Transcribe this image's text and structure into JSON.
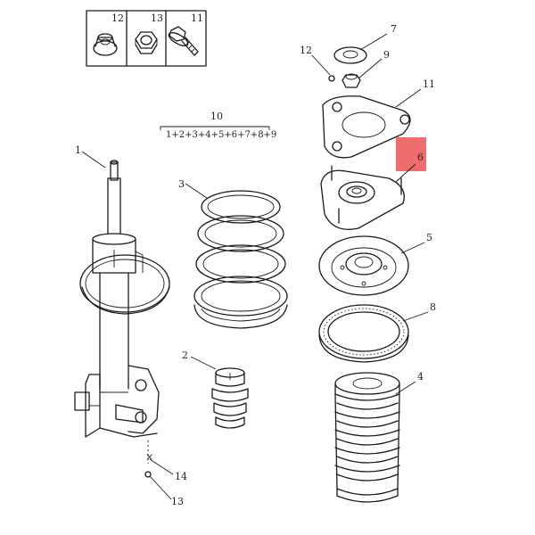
{
  "legend_box": {
    "items": [
      {
        "label": "12",
        "icon": "flange-nut-icon"
      },
      {
        "label": "13",
        "icon": "hex-nut-icon"
      },
      {
        "label": "11",
        "icon": "flange-bolt-icon"
      }
    ]
  },
  "callouts": {
    "strut": "1",
    "bump_stop": "2",
    "coil_spring": "3",
    "lower_seat": "5",
    "upper_mount": "6",
    "washer": "7",
    "bearing": "8",
    "nut_9": "9",
    "assembly": "10",
    "assembly_formula": "1+2+3+4+5+6+7+8+9",
    "plate": "11",
    "nut_12": "12",
    "boot": "4",
    "bolt_14": "14",
    "nut_13": "13"
  },
  "highlight": {
    "color": "#ee5d5d",
    "target": "upper_mount"
  }
}
